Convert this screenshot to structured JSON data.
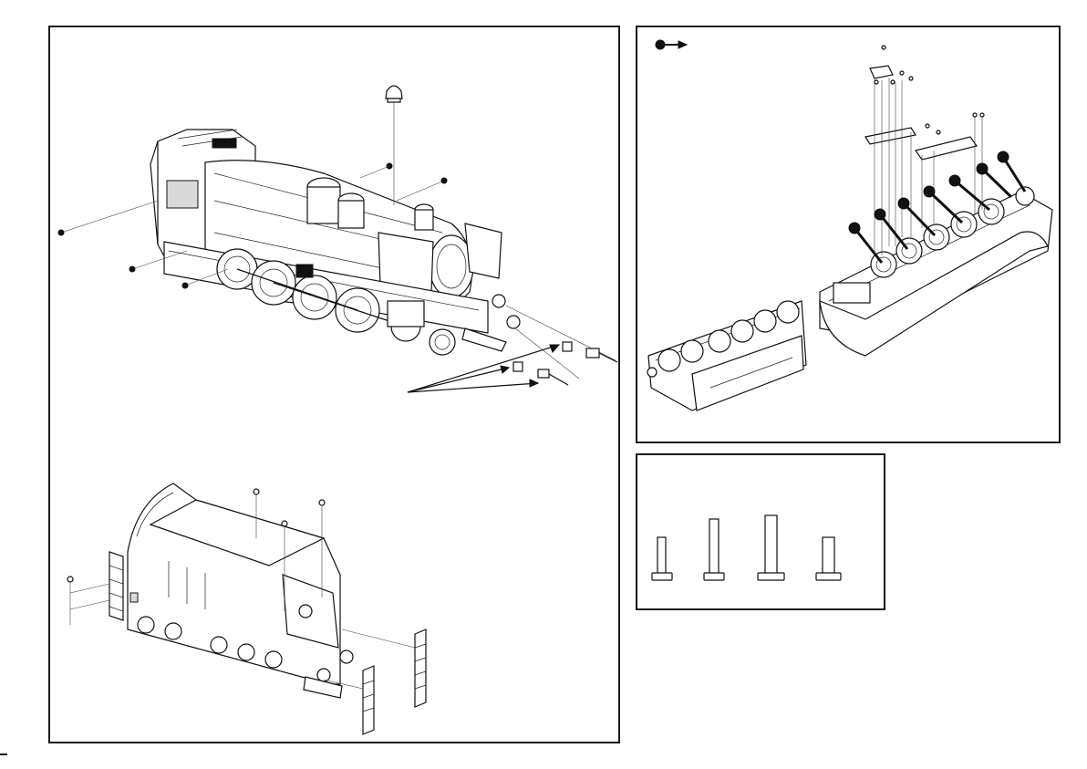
{
  "diagram": {
    "panels": [
      {
        "id": "locomotive-exploded-view"
      },
      {
        "id": "chassis-lubrication-view"
      },
      {
        "id": "screw-legend"
      }
    ],
    "legend_screws_count": 4,
    "lubrication_points_count": 7
  }
}
